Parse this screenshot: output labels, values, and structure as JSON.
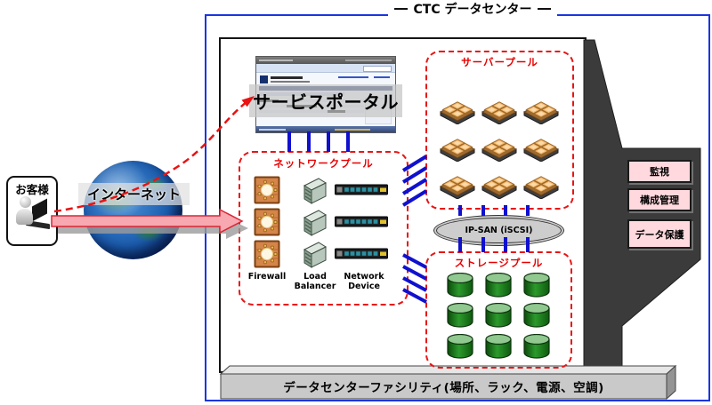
{
  "title": {
    "label": "CTC データセンター"
  },
  "customer": {
    "label": "お客様"
  },
  "internet": {
    "label": "インターネット"
  },
  "portal": {
    "label": "サービスポータル"
  },
  "pools": {
    "network": {
      "title": "ネットワークプール",
      "items": [
        {
          "label": "Firewall"
        },
        {
          "label": "Load Balancer"
        },
        {
          "label": "Network Device"
        }
      ]
    },
    "server": {
      "title": "サーバープール"
    },
    "storage": {
      "title": "ストレージプール"
    }
  },
  "san": {
    "label": "IP-SAN (iSCSI)"
  },
  "management": {
    "items": [
      {
        "label": "監視"
      },
      {
        "label": "構成管理"
      },
      {
        "label": "データ保護"
      }
    ]
  },
  "facility": {
    "label": "データセンターファシリティ(場所、ラック、電源、空調)"
  },
  "colors": {
    "frame_blue": "#1a35e0",
    "pool_red": "#e81515",
    "connector_blue": "#1010cf",
    "panel_dark": "#3b3b3b",
    "pink_label_bg": "#ffd9de",
    "storage_green": "#2c9a2c",
    "server_orange": "#f5b96e"
  }
}
